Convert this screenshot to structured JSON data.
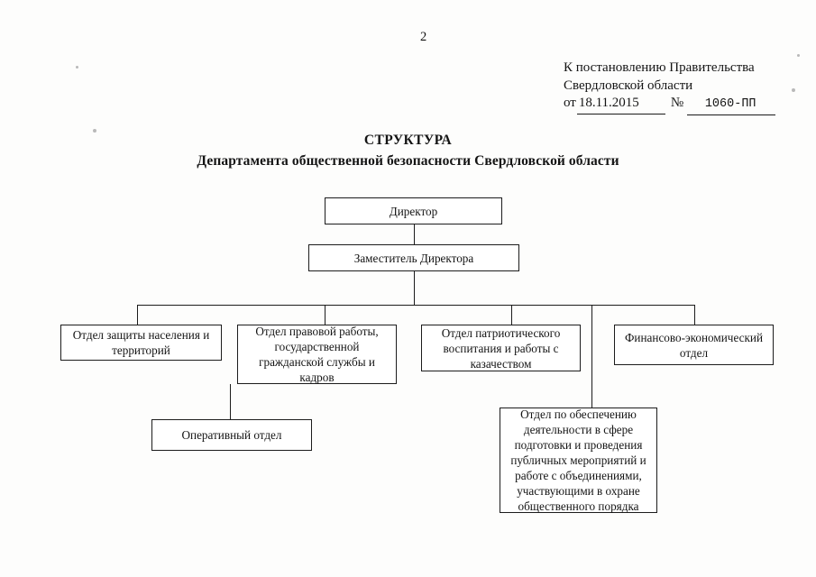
{
  "document": {
    "page_number": "2",
    "reference": {
      "line1": "К постановлению Правительства",
      "line2": "Свердловской области",
      "date_prefix": "от",
      "date_value": "18.11.2015",
      "number_label": "№",
      "number_value": "1060-ПП"
    },
    "title": "СТРУКТУРА",
    "subtitle": "Департамента общественной безопасности Свердловской области"
  },
  "chart_data": {
    "type": "diagram",
    "diagram_kind": "organizational-chart",
    "title": "СТРУКТУРА Департамента общественной безопасности Свердловской области",
    "nodes": [
      {
        "id": "director",
        "label": "Директор",
        "level": 0
      },
      {
        "id": "deputy",
        "label": "Заместитель Директора",
        "level": 1
      },
      {
        "id": "dept_civil_protection",
        "label": "Отдел защиты населения и территорий",
        "level": 2
      },
      {
        "id": "dept_legal",
        "label": "Отдел правовой работы, государственной гражданской службы и кадров",
        "level": 2
      },
      {
        "id": "dept_patriotic",
        "label": "Отдел патриотического воспитания и работы с казачеством",
        "level": 2
      },
      {
        "id": "dept_finance",
        "label": "Финансово-экономический отдел",
        "level": 2
      },
      {
        "id": "dept_operational",
        "label": "Оперативный отдел",
        "level": 3
      },
      {
        "id": "dept_public_events",
        "label": "Отдел по обеспечению деятельности в сфере подготовки и проведения публичных мероприятий и работе с объединениями, участвующими в охране общественного порядка",
        "level": 3
      }
    ],
    "edges": [
      {
        "from": "director",
        "to": "deputy"
      },
      {
        "from": "deputy",
        "to": "dept_civil_protection"
      },
      {
        "from": "deputy",
        "to": "dept_legal"
      },
      {
        "from": "deputy",
        "to": "dept_patriotic"
      },
      {
        "from": "deputy",
        "to": "dept_finance"
      },
      {
        "from": "deputy",
        "to": "dept_public_events"
      },
      {
        "from": "dept_legal",
        "to": "dept_operational"
      }
    ]
  },
  "boxes": {
    "director": "Директор",
    "deputy": "Заместитель Директора",
    "civil_protection_l1": "Отдел защиты населения и",
    "civil_protection_l2": "территорий",
    "legal_l1": "Отдел правовой работы,",
    "legal_l2": "государственной",
    "legal_l3": "гражданской службы и",
    "legal_l4": "кадров",
    "patriotic_l1": "Отдел патриотического",
    "patriotic_l2": "воспитания и работы с",
    "patriotic_l3": "казачеством",
    "finance_l1": "Финансово-экономический",
    "finance_l2": "отдел",
    "operational": "Оперативный отдел",
    "public_events_l1": "Отдел по обеспечению",
    "public_events_l2": "деятельности в сфере",
    "public_events_l3": "подготовки и проведения",
    "public_events_l4": "публичных мероприятий и",
    "public_events_l5": "работе с объединениями,",
    "public_events_l6": "участвующими в охране",
    "public_events_l7": "общественного порядка"
  }
}
